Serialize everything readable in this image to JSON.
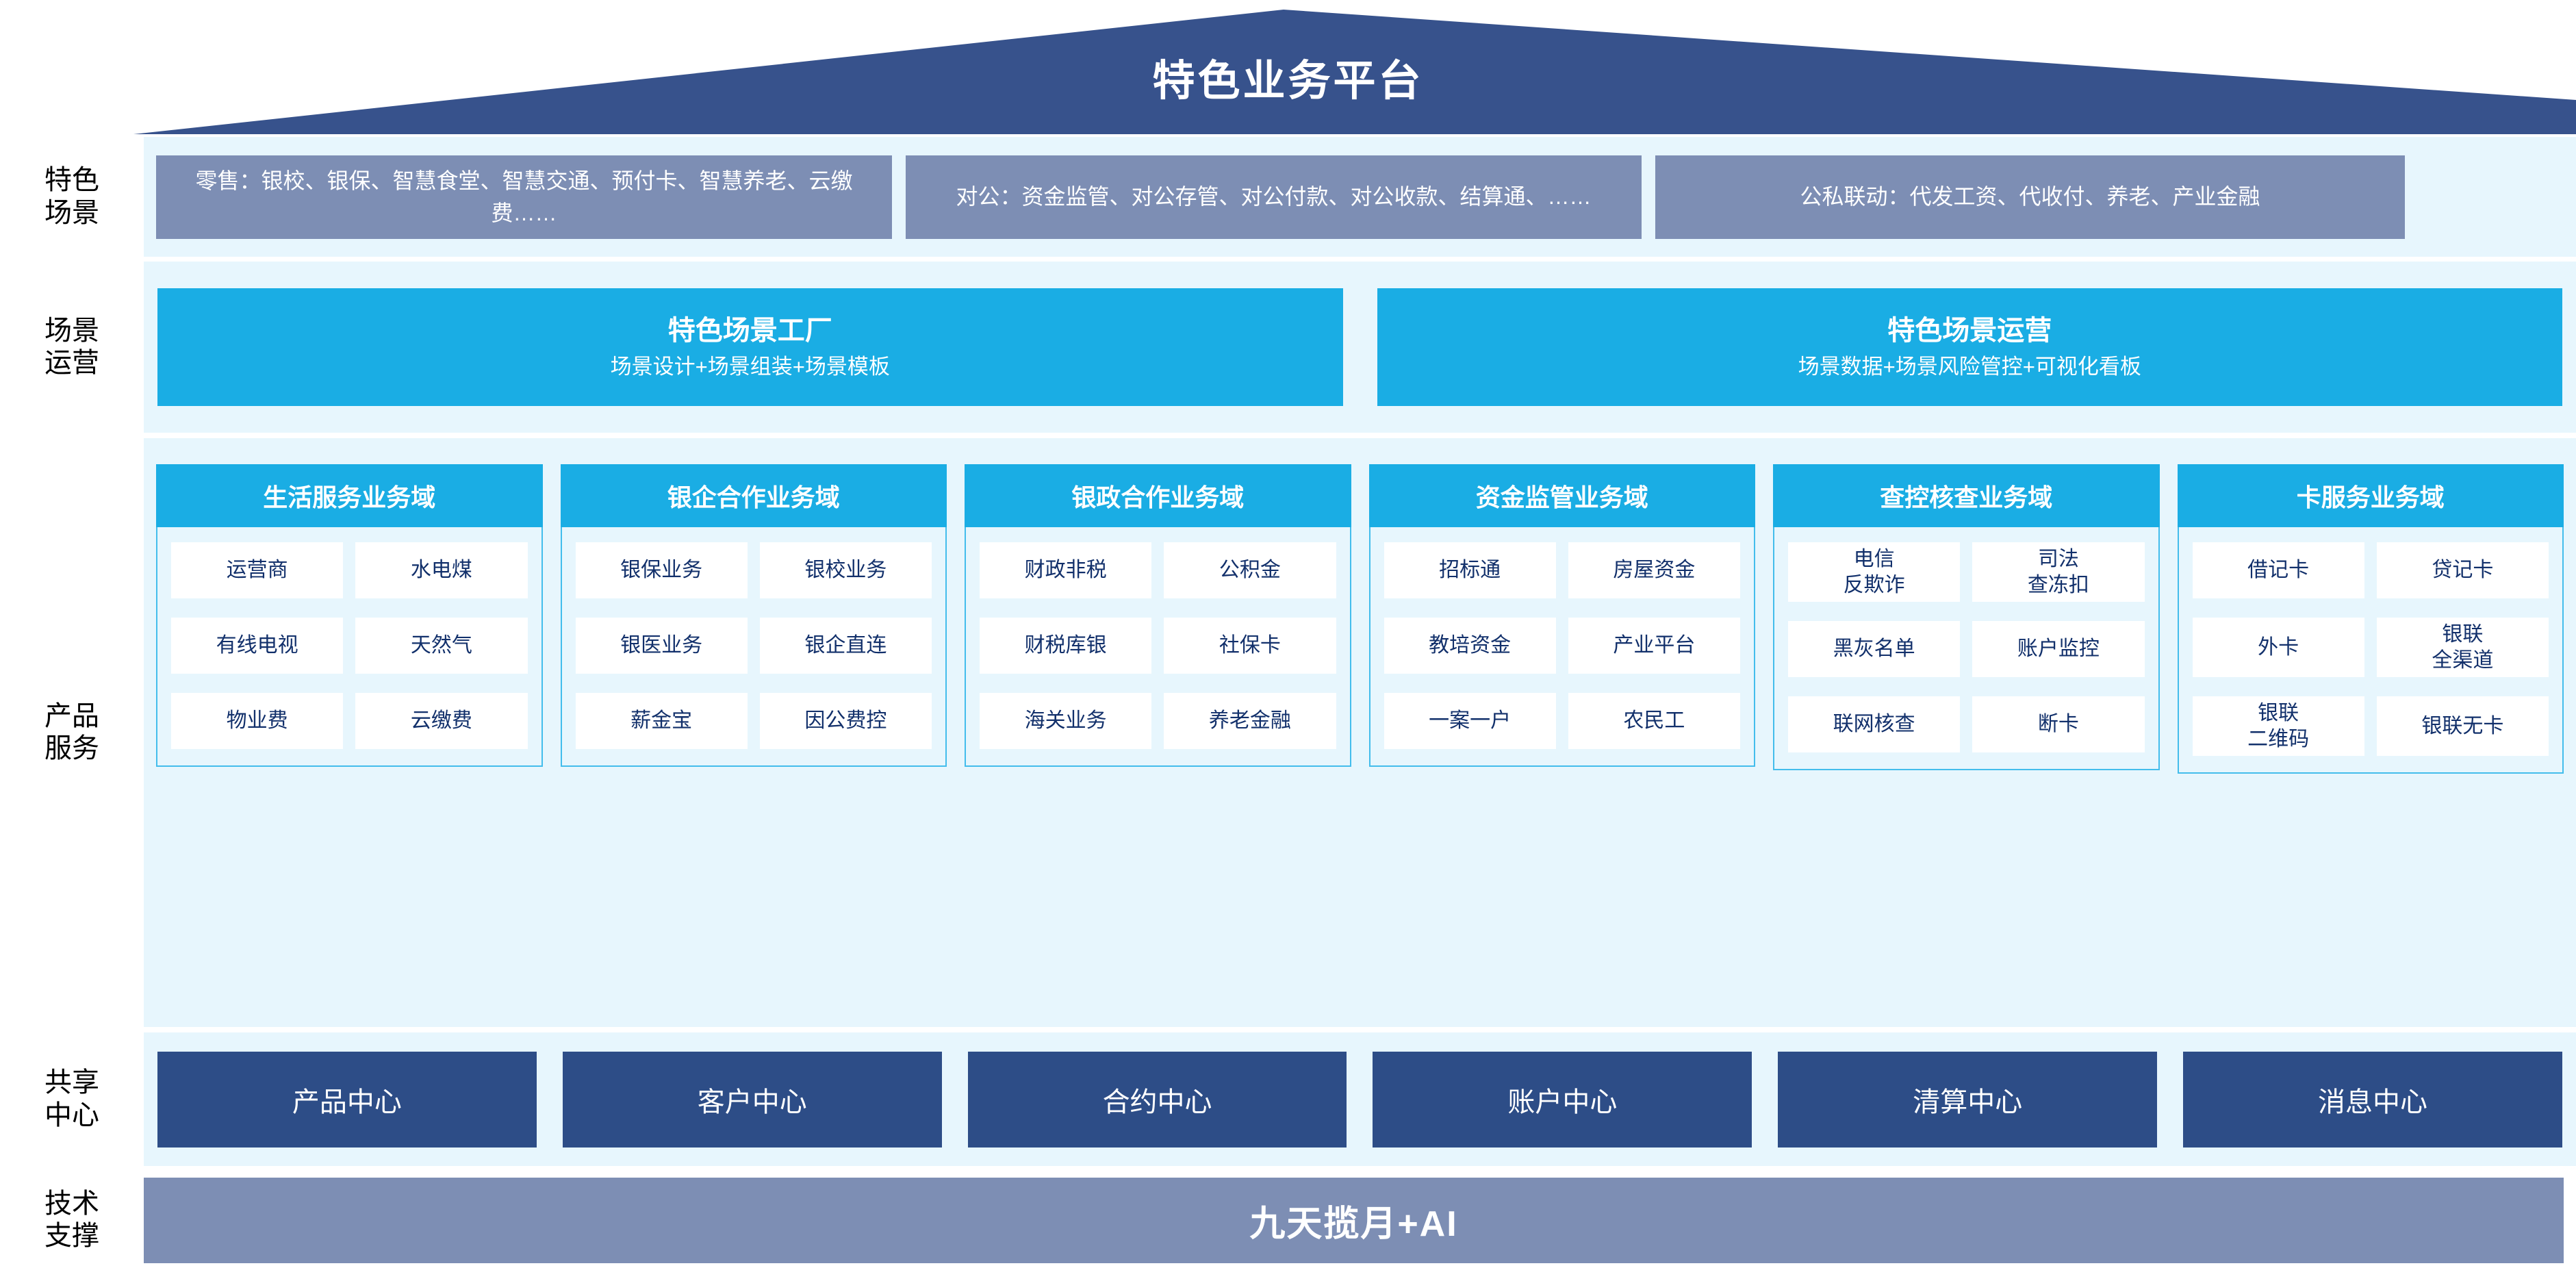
{
  "header": {
    "title": "特色业务平台",
    "roof_color": "#37528c"
  },
  "colors": {
    "roof_navy": "#37528c",
    "slate_blue": "#7d8eb4",
    "cyan": "#1aade4",
    "pale_blue_bg": "#e7f6fd",
    "deep_navy": "#2d4d87",
    "cell_text": "#12306b"
  },
  "rows": {
    "scenario": {
      "label": "特色\n场景",
      "boxes": [
        {
          "text": "零售：银校、银保、智慧食堂、智慧交通、预付卡、智慧养老、云缴费……"
        },
        {
          "text": "对公：资金监管、对公存管、对公付款、对公收款、结算通、……"
        },
        {
          "text": "公私联动：代发工资、代收付、养老、产业金融"
        }
      ]
    },
    "operation": {
      "label": "场景\n运营",
      "boxes": [
        {
          "title": "特色场景工厂",
          "sub": "场景设计+场景组装+场景模板"
        },
        {
          "title": "特色场景运营",
          "sub": "场景数据+场景风险管控+可视化看板"
        }
      ]
    },
    "product": {
      "label": "产品\n服务",
      "columns": [
        {
          "head": "生活服务业务域",
          "cells": [
            "运营商",
            "水电煤",
            "有线电视",
            "天然气",
            "物业费",
            "云缴费"
          ]
        },
        {
          "head": "银企合作业务域",
          "cells": [
            "银保业务",
            "银校业务",
            "银医业务",
            "银企直连",
            "薪金宝",
            "因公费控"
          ]
        },
        {
          "head": "银政合作业务域",
          "cells": [
            "财政非税",
            "公积金",
            "财税库银",
            "社保卡",
            "海关业务",
            "养老金融"
          ]
        },
        {
          "head": "资金监管业务域",
          "cells": [
            "招标通",
            "房屋资金",
            "教培资金",
            "产业平台",
            "一案一户",
            "农民工"
          ]
        },
        {
          "head": "查控核查业务域",
          "cells": [
            "电信\n反欺诈",
            "司法\n查冻扣",
            "黑灰名单",
            "账户监控",
            "联网核查",
            "断卡"
          ]
        },
        {
          "head": "卡服务业务域",
          "cells": [
            "借记卡",
            "贷记卡",
            "外卡",
            "银联\n全渠道",
            "银联\n二维码",
            "银联无卡"
          ]
        }
      ]
    },
    "shared": {
      "label": "共享\n中心",
      "boxes": [
        "产品中心",
        "客户中心",
        "合约中心",
        "账户中心",
        "清算中心",
        "消息中心"
      ]
    },
    "tech": {
      "label": "技术\n支撑",
      "bar": "九天揽月+AI"
    }
  }
}
